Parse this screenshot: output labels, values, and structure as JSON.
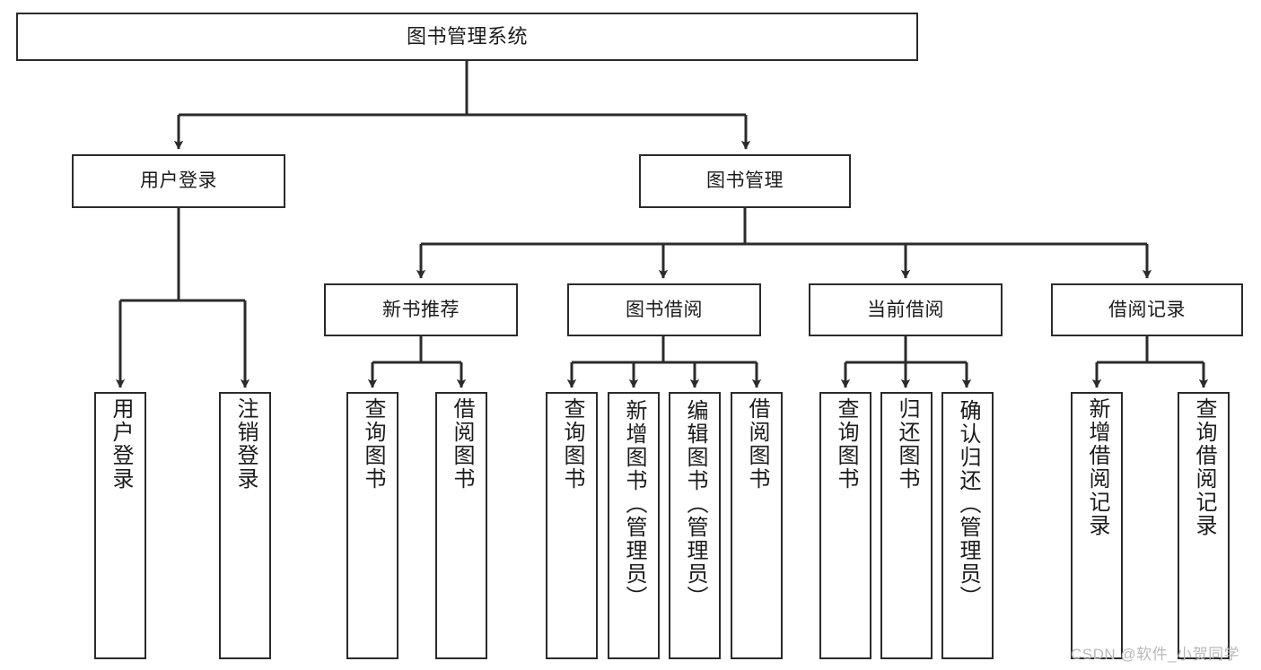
{
  "diagram": {
    "title": "图书管理系统",
    "watermark": "CSDN @软件_小贺同学",
    "colors": {
      "stroke": "#2b2b2b",
      "fill": "#ffffff",
      "text": "#1b1b1b",
      "watermark": "#b9b9b9"
    },
    "levels": {
      "root": [
        "图书管理系统"
      ],
      "level2": [
        "用户登录",
        "图书管理"
      ],
      "level3": [
        "新书推荐",
        "图书借阅",
        "当前借阅",
        "借阅记录"
      ],
      "leaves": [
        "用户登录",
        "注销登录",
        "查询图书",
        "借阅图书",
        "查询图书",
        "新增图书（管理员）",
        "编辑图书（管理员）",
        "借阅图书",
        "查询图书",
        "归还图书",
        "确认归还（管理员）",
        "新增借阅记录",
        "查询借阅记录"
      ]
    },
    "nodes": {
      "root": {
        "label": "图书管理系统"
      },
      "user_login": {
        "label": "用户登录"
      },
      "book_manage": {
        "label": "图书管理"
      },
      "new_book_rec": {
        "label": "新书推荐"
      },
      "book_borrow": {
        "label": "图书借阅"
      },
      "current_borrow": {
        "label": "当前借阅"
      },
      "borrow_record": {
        "label": "借阅记录"
      },
      "leaf_user_login": {
        "label": "用户登录"
      },
      "leaf_logout": {
        "label": "注销登录"
      },
      "leaf_query_book_1": {
        "label": "查询图书"
      },
      "leaf_borrow_book_1": {
        "label": "借阅图书"
      },
      "leaf_query_book_2": {
        "label": "查询图书"
      },
      "leaf_add_book": {
        "label": "新增图书（管理员）"
      },
      "leaf_edit_book": {
        "label": "编辑图书（管理员）"
      },
      "leaf_borrow_book_2": {
        "label": "借阅图书"
      },
      "leaf_query_book_3": {
        "label": "查询图书"
      },
      "leaf_return_book": {
        "label": "归还图书"
      },
      "leaf_confirm_return": {
        "label": "确认归还（管理员）"
      },
      "leaf_add_record": {
        "label": "新增借阅记录"
      },
      "leaf_query_record": {
        "label": "查询借阅记录"
      }
    }
  }
}
